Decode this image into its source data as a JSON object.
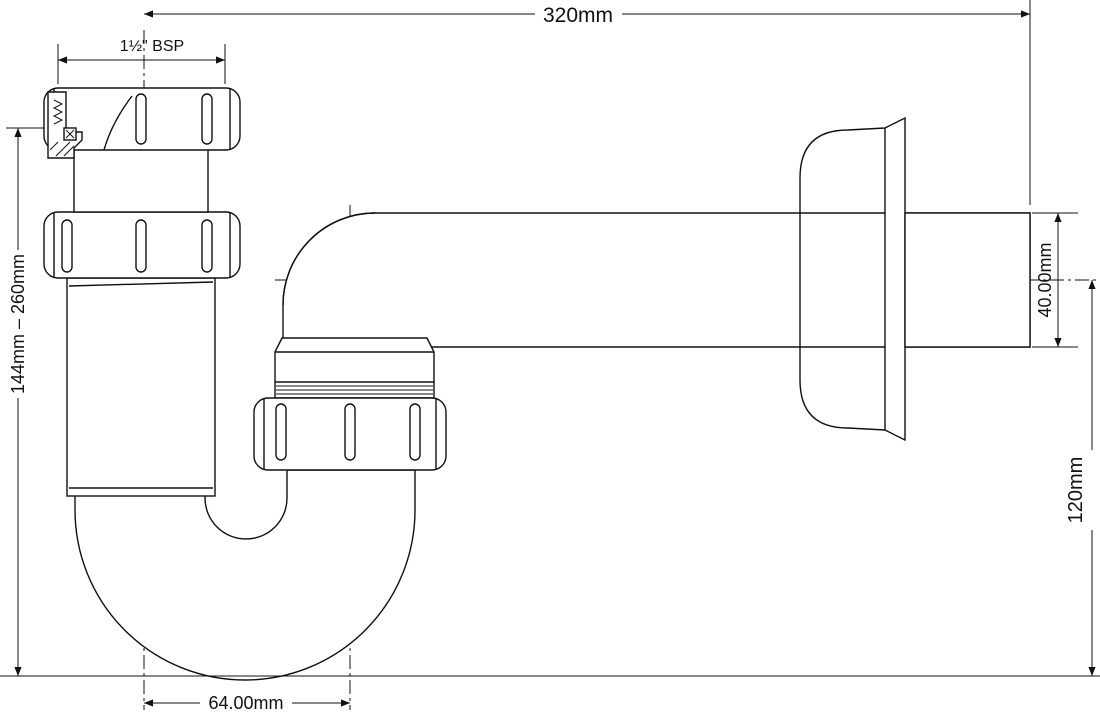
{
  "dimensions": {
    "overall_width": "320mm",
    "thread_size": "1½\" BSP",
    "height_range": "144mm – 260mm",
    "pipe_diameter": "40.00mm",
    "outlet_height": "120mm",
    "trap_offset": "64.00mm"
  },
  "colors": {
    "line": "#111111",
    "background": "#ffffff"
  }
}
